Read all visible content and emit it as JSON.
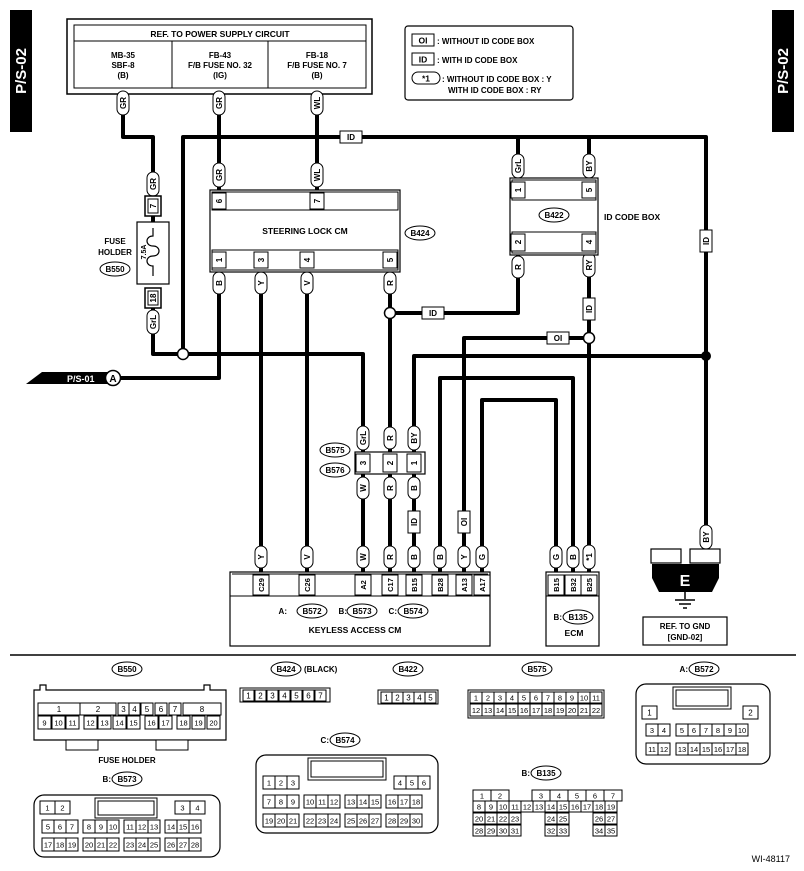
{
  "page_tag": "P/S-02",
  "power_ref": {
    "title": "REF. TO POWER SUPPLY CIRCUIT",
    "col1": [
      "MB-35",
      "SBF-8",
      "(B)"
    ],
    "col2": [
      "FB-43",
      "F/B FUSE NO. 32",
      "(IG)"
    ],
    "col3": [
      "FB-18",
      "F/B FUSE NO. 7",
      "(B)"
    ]
  },
  "legend": {
    "oi_tag": "OI",
    "oi_text": ": WITHOUT ID CODE BOX",
    "id_tag": "ID",
    "id_text": ": WITH ID CODE BOX",
    "star_tag": "*1",
    "star_text1": ": WITHOUT ID CODE BOX : Y",
    "star_text2": "WITH ID CODE BOX : RY"
  },
  "wire": {
    "gr": "GR",
    "wl": "WL",
    "grl": "GrL",
    "b": "B",
    "y": "Y",
    "v": "V",
    "r": "R",
    "by": "BY",
    "ry": "RY",
    "w": "W",
    "g": "G",
    "id": "ID",
    "oi": "OI",
    "star": "*1"
  },
  "fuse": {
    "label1": "FUSE",
    "label2": "HOLDER",
    "connector": "B550",
    "rating": "7.5A",
    "pin_top": "7",
    "pin_bottom": "18"
  },
  "steering": {
    "label": "STEERING LOCK CM",
    "connector": "B424",
    "pins_top": [
      "6",
      "7"
    ],
    "pins_bottom": [
      "1",
      "3",
      "4",
      "5"
    ]
  },
  "idbox": {
    "label": "ID CODE BOX",
    "connector": "B422",
    "pins": [
      "1",
      "5",
      "2",
      "4"
    ]
  },
  "ps01": {
    "label": "P/S-01",
    "marker": "A"
  },
  "junction": {
    "conn1": "B575",
    "conn2": "B576",
    "pins": [
      "3",
      "2",
      "1"
    ]
  },
  "kacm": {
    "pins": [
      "C29",
      "C26",
      "A2",
      "C17",
      "B15",
      "B28",
      "A13",
      "A17"
    ],
    "conn_a": "A:",
    "conn_a_id": "B572",
    "conn_b": "B:",
    "conn_b_id": "B573",
    "conn_c": "C:",
    "conn_c_id": "B574",
    "label": "KEYLESS ACCESS CM"
  },
  "ecm": {
    "pins": [
      "B15",
      "B32",
      "B25"
    ],
    "prefix": "B:",
    "connector": "B135",
    "label": "ECM"
  },
  "gnd": {
    "letter": "E",
    "label1": "REF. TO GND",
    "label2": "[GND-02]"
  },
  "views": {
    "b550": {
      "id": "B550",
      "caption": "FUSE HOLDER",
      "row1": [
        "1",
        "2",
        "3",
        "4",
        "5",
        "6",
        "7",
        "8"
      ],
      "row2": [
        "9",
        "10",
        "11",
        "12",
        "13",
        "14",
        "15",
        "16",
        "17",
        "18",
        "19",
        "20"
      ]
    },
    "b424": {
      "id": "B424",
      "note": "(BLACK)",
      "pins": [
        "1",
        "2",
        "3",
        "4",
        "5",
        "6",
        "7"
      ]
    },
    "b422": {
      "id": "B422",
      "pins": [
        "1",
        "2",
        "3",
        "4",
        "5"
      ]
    },
    "b575": {
      "id": "B575",
      "row1": [
        "1",
        "2",
        "3",
        "4",
        "5",
        "6",
        "7",
        "8",
        "9",
        "10",
        "11"
      ],
      "row2": [
        "12",
        "13",
        "14",
        "15",
        "16",
        "17",
        "18",
        "19",
        "20",
        "21",
        "22"
      ]
    },
    "b572": {
      "prefix": "A:",
      "id": "B572",
      "row1": [
        "1",
        "2"
      ],
      "row2": [
        "3",
        "4",
        "5",
        "6",
        "7",
        "8",
        "9",
        "10"
      ],
      "row3": [
        "11",
        "12",
        "13",
        "14",
        "15",
        "16",
        "17",
        "18"
      ]
    },
    "b574": {
      "prefix": "C:",
      "id": "B574",
      "row1": [
        "1",
        "2",
        "3",
        "4",
        "5",
        "6"
      ],
      "row2": [
        "7",
        "8",
        "9",
        "10",
        "11",
        "12",
        "13",
        "14",
        "15",
        "16",
        "17",
        "18"
      ],
      "row3": [
        "19",
        "20",
        "21",
        "22",
        "23",
        "24",
        "25",
        "26",
        "27",
        "28",
        "29",
        "30"
      ]
    },
    "b573": {
      "prefix": "B:",
      "id": "B573",
      "row1": [
        "1",
        "2",
        "3",
        "4"
      ],
      "row2": [
        "5",
        "6",
        "7",
        "8",
        "9",
        "10",
        "11",
        "12",
        "13",
        "14",
        "15",
        "16"
      ],
      "row3": [
        "17",
        "18",
        "19",
        "20",
        "21",
        "22",
        "23",
        "24",
        "25",
        "26",
        "27",
        "28"
      ]
    },
    "b135": {
      "prefix": "B:",
      "id": "B135",
      "row1": [
        "1",
        "2",
        "3",
        "4",
        "5",
        "6",
        "7"
      ],
      "row2": [
        "8",
        "9",
        "10",
        "11",
        "12",
        "13",
        "14",
        "15",
        "16",
        "17",
        "18",
        "19"
      ],
      "row3": [
        "20",
        "21",
        "22",
        "23",
        "24",
        "25",
        "26",
        "27"
      ],
      "row4": [
        "28",
        "29",
        "30",
        "31",
        "32",
        "33",
        "34",
        "35"
      ]
    }
  },
  "figure_code": "WI-48117"
}
